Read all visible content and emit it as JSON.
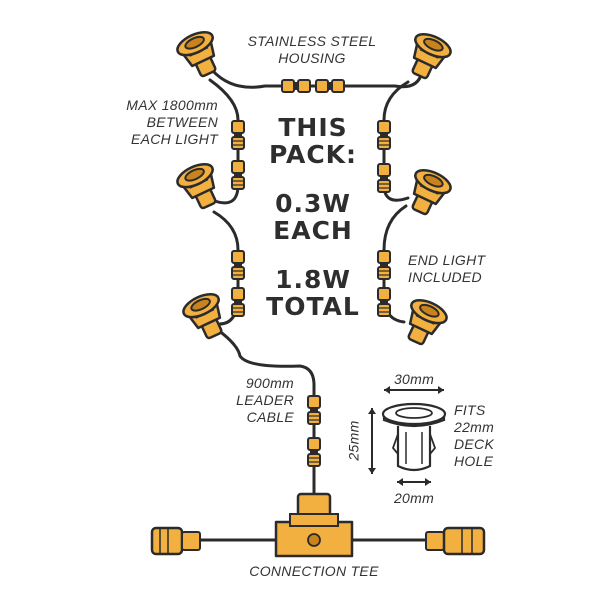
{
  "labels": {
    "housing_line1": "STAINLESS STEEL",
    "housing_line2": "HOUSING",
    "max_line1": "MAX 1800mm",
    "max_line2": "BETWEEN",
    "max_line3": "EACH LIGHT",
    "pack_line1": "THIS",
    "pack_line2": "PACK:",
    "each_line1": "0.3W",
    "each_line2": "EACH",
    "total_line1": "1.8W",
    "total_line2": "TOTAL",
    "end_line1": "END LIGHT",
    "end_line2": "INCLUDED",
    "leader_line1": "900mm",
    "leader_line2": "LEADER",
    "leader_line3": "CABLE",
    "dim_top": "30mm",
    "dim_height": "25mm",
    "dim_bottom": "20mm",
    "fits_line1": "FITS",
    "fits_line2": "22mm",
    "fits_line3": "DECK",
    "fits_line4": "HOLE",
    "tee": "CONNECTION TEE"
  },
  "colors": {
    "amber": "#f2b040",
    "amber_dark": "#c9821c",
    "outline": "#2b2b2b",
    "cable": "#2b2b2b",
    "text": "#333333"
  },
  "icons": [
    "deck-light-icon",
    "connector-icon",
    "connection-tee-icon",
    "dimension-arrow-icon"
  ]
}
